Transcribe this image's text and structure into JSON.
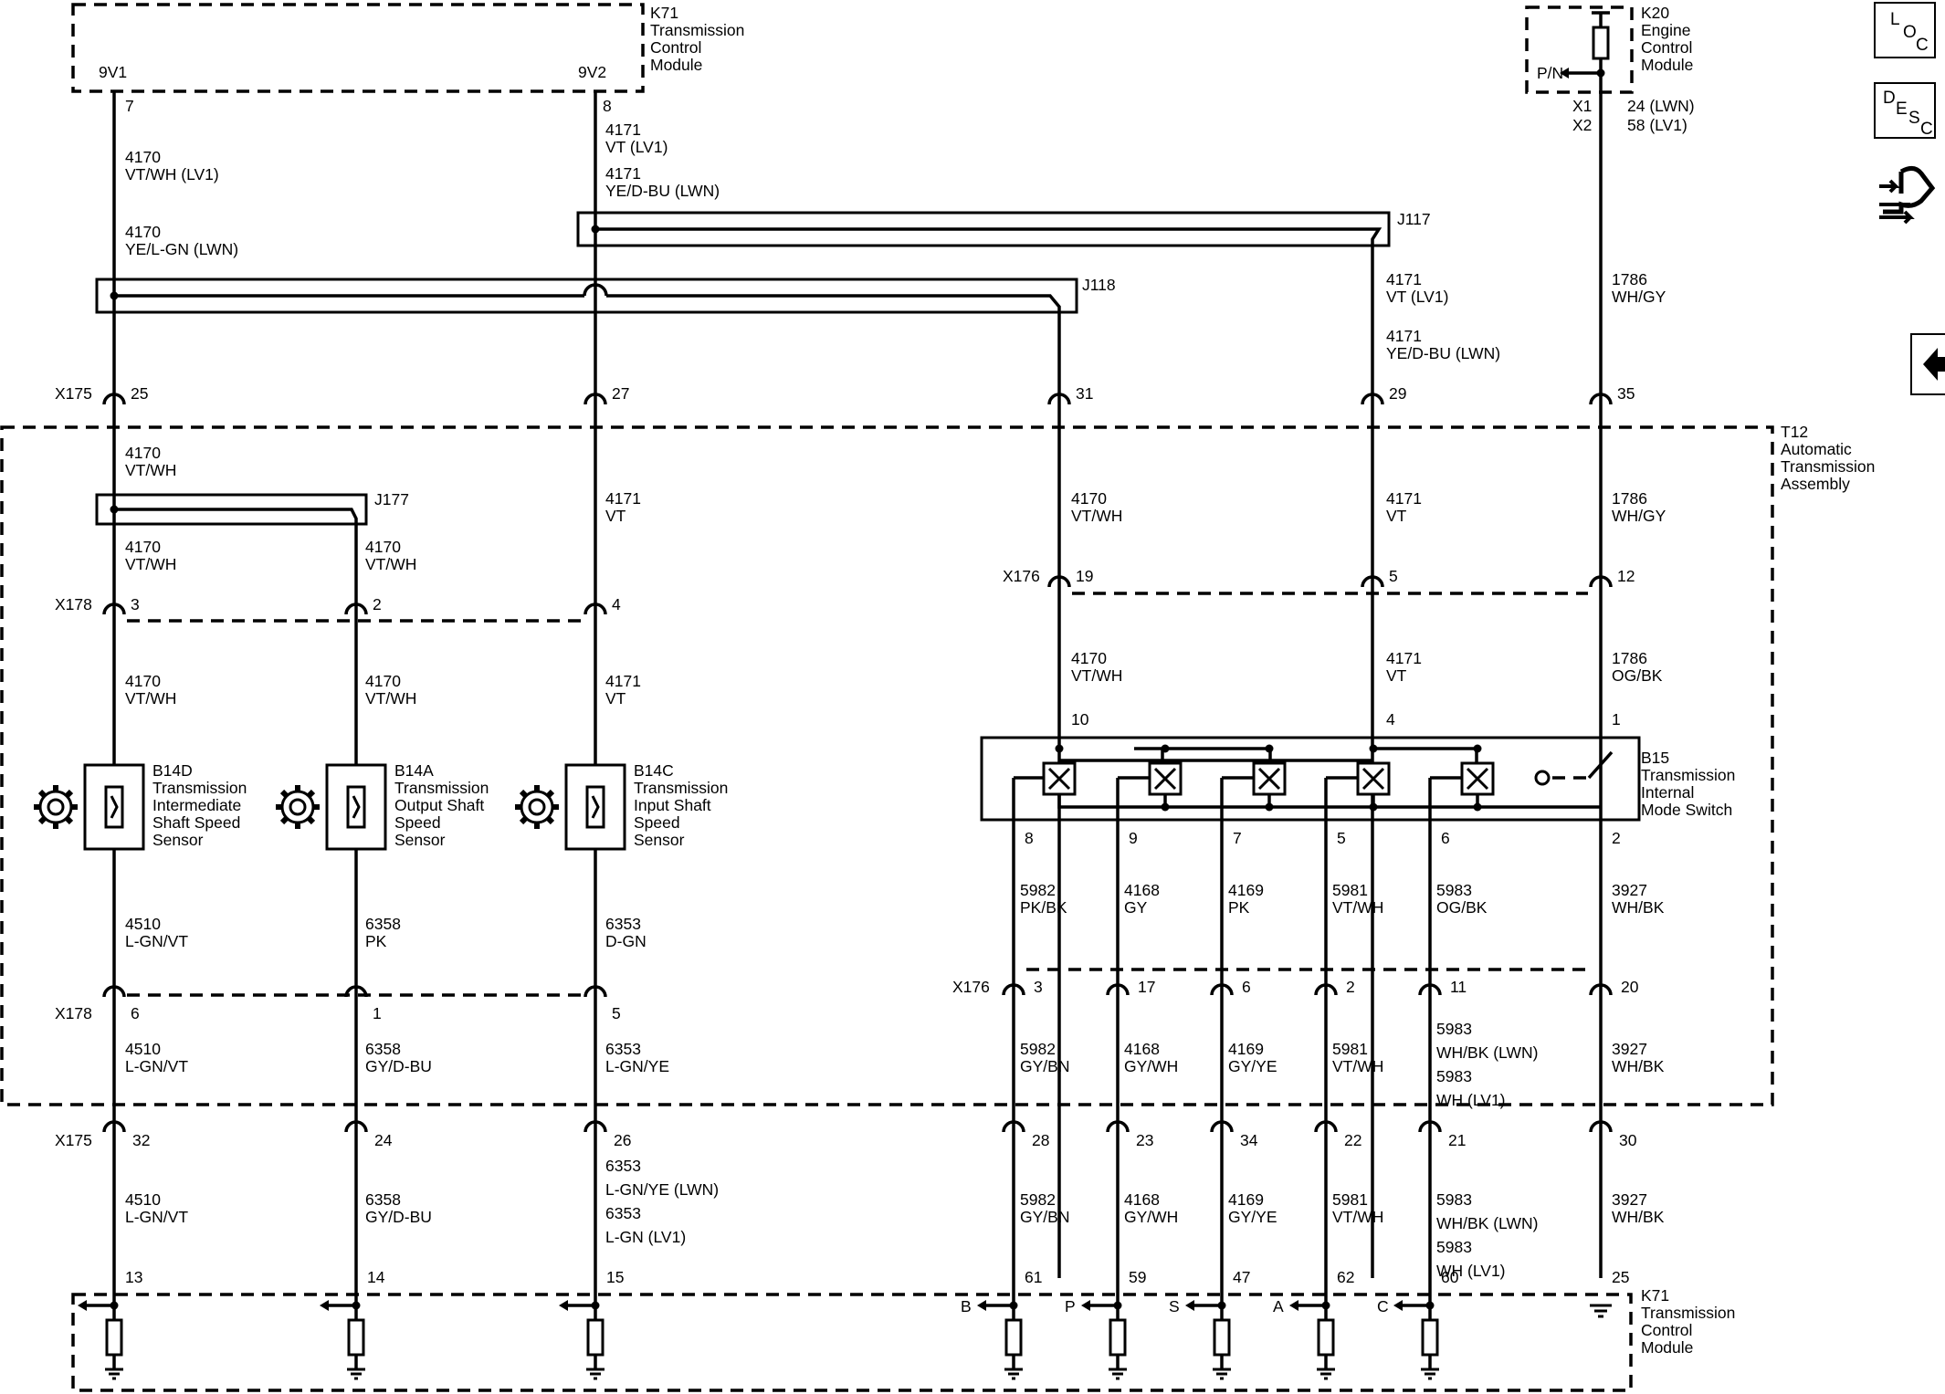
{
  "components": {
    "k71_top": [
      "K71",
      "Transmission",
      "Control",
      "Module"
    ],
    "k20": [
      "K20",
      "Engine",
      "Control",
      "Module"
    ],
    "t12": [
      "T12",
      "Automatic",
      "Transmission",
      "Assembly"
    ],
    "b15": [
      "B15",
      "Transmission",
      "Internal",
      "Mode Switch"
    ],
    "b14d": [
      "B14D",
      "Transmission",
      "Intermediate",
      "Shaft Speed",
      "Sensor"
    ],
    "b14a": [
      "B14A",
      "Transmission",
      "Output Shaft",
      "Speed",
      "Sensor"
    ],
    "b14c": [
      "B14C",
      "Transmission",
      "Input Shaft",
      "Speed",
      "Sensor"
    ],
    "k71_bottom": [
      "K71",
      "Transmission",
      "Control",
      "Module"
    ]
  },
  "pins": {
    "k71_top_left": "9V1",
    "k71_top_right": "9V2",
    "k71_top_left_num": "7",
    "k71_top_right_num": "8",
    "k20_pn": "P/N",
    "k20_x1": "X1",
    "k20_x2": "X2",
    "k20_x1_pin": "24 (LWN)",
    "k20_x2_pin": "58 (LV1)",
    "x175_top": [
      "25",
      "27",
      "31",
      "29",
      "35"
    ],
    "x178_top": [
      "3",
      "2",
      "4"
    ],
    "x176_top": [
      "19",
      "5",
      "12"
    ],
    "b15_top": [
      "10",
      "4",
      "1"
    ],
    "b15_bottom": [
      "8",
      "9",
      "7",
      "5",
      "6",
      "2"
    ],
    "x176_bottom": [
      "3",
      "17",
      "6",
      "2",
      "11",
      "20"
    ],
    "x178_bottom": [
      "6",
      "1",
      "5"
    ],
    "x175_bottom": [
      "32",
      "24",
      "26",
      "28",
      "23",
      "34",
      "22",
      "21",
      "30"
    ],
    "k71_bottom": [
      "13",
      "14",
      "15",
      "61",
      "59",
      "47",
      "62",
      "60",
      "25"
    ],
    "k71_bottom_letters": [
      "B",
      "P",
      "S",
      "A",
      "C"
    ]
  },
  "connectors": {
    "x175": "X175",
    "x178": "X178",
    "x176": "X176",
    "j117": "J117",
    "j118": "J118",
    "j177": "J177"
  },
  "wires": {
    "w7": [
      "4170",
      "VT/WH (LV1)"
    ],
    "w7b": [
      "4170",
      "YE/L-GN (LWN)"
    ],
    "w8": [
      "4171",
      "VT     (LV1)"
    ],
    "w8b": [
      "4171",
      "YE/D-BU (LWN)"
    ],
    "w29a": [
      "4171",
      "VT     (LV1)"
    ],
    "w29b": [
      "4171",
      "YE/D-BU (LWN)"
    ],
    "w1786a": [
      "1786",
      "WH/GY"
    ],
    "t_c1": [
      "4170",
      "VT/WH"
    ],
    "t_c1b": [
      "4170",
      "VT/WH"
    ],
    "t_c2b": [
      "4170",
      "VT/WH"
    ],
    "t_c3": [
      "4171",
      "VT"
    ],
    "t_c4": [
      "4170",
      "VT/WH"
    ],
    "t_c5": [
      "4171",
      "VT"
    ],
    "t_c6": [
      "1786",
      "WH/GY"
    ],
    "s_c1": [
      "4170",
      "VT/WH"
    ],
    "s_c2": [
      "4170",
      "VT/WH"
    ],
    "s_c3": [
      "4171",
      "VT"
    ],
    "s_c4": [
      "4170",
      "VT/WH"
    ],
    "s_c5": [
      "4171",
      "VT"
    ],
    "s_c6": [
      "1786",
      "OG/BK"
    ],
    "m_c1": [
      "4510",
      "L-GN/VT"
    ],
    "m_c2": [
      "6358",
      "PK"
    ],
    "m_c3": [
      "6353",
      "D-GN"
    ],
    "m_s8": [
      "5982",
      "PK/BK"
    ],
    "m_s9": [
      "4168",
      "GY"
    ],
    "m_s7": [
      "4169",
      "PK"
    ],
    "m_s5": [
      "5981",
      "VT/WH"
    ],
    "m_s6": [
      "5983",
      "OG/BK"
    ],
    "m_s2": [
      "3927",
      "WH/BK"
    ],
    "l_c1": [
      "4510",
      "L-GN/VT"
    ],
    "l_c2": [
      "6358",
      "GY/D-BU"
    ],
    "l_c3": [
      "6353",
      "L-GN/YE"
    ],
    "l_s1": [
      "5982",
      "GY/BN"
    ],
    "l_s2": [
      "4168",
      "GY/WH"
    ],
    "l_s3": [
      "4169",
      "GY/YE"
    ],
    "l_s4": [
      "5981",
      "VT/WH"
    ],
    "l_s5": [
      "5983",
      "WH/BK  (LWN)",
      "5983",
      "WH    (LV1)"
    ],
    "l_s6": [
      "3927",
      "WH/BK"
    ],
    "b_c1": [
      "4510",
      "L-GN/VT"
    ],
    "b_c2": [
      "6358",
      "GY/D-BU"
    ],
    "b_c3": [
      "6353",
      "L-GN/YE (LWN)",
      "6353",
      "L-GN (LV1)"
    ],
    "b_s1": [
      "5982",
      "GY/BN"
    ],
    "b_s2": [
      "4168",
      "GY/WH"
    ],
    "b_s3": [
      "4169",
      "GY/YE"
    ],
    "b_s4": [
      "5981",
      "VT/WH"
    ],
    "b_s5": [
      "5983",
      "WH/BK  (LWN)",
      "5983",
      "WH    (LV1)"
    ],
    "b_s6": [
      "3927",
      "WH/BK"
    ]
  },
  "sidebar": {
    "loc_button": [
      "L",
      "O",
      "C"
    ],
    "desc_button": [
      "D",
      "E",
      "S",
      "C"
    ],
    "connector_icon": "connector-view-icon",
    "back_icon": "back-arrow-icon"
  }
}
